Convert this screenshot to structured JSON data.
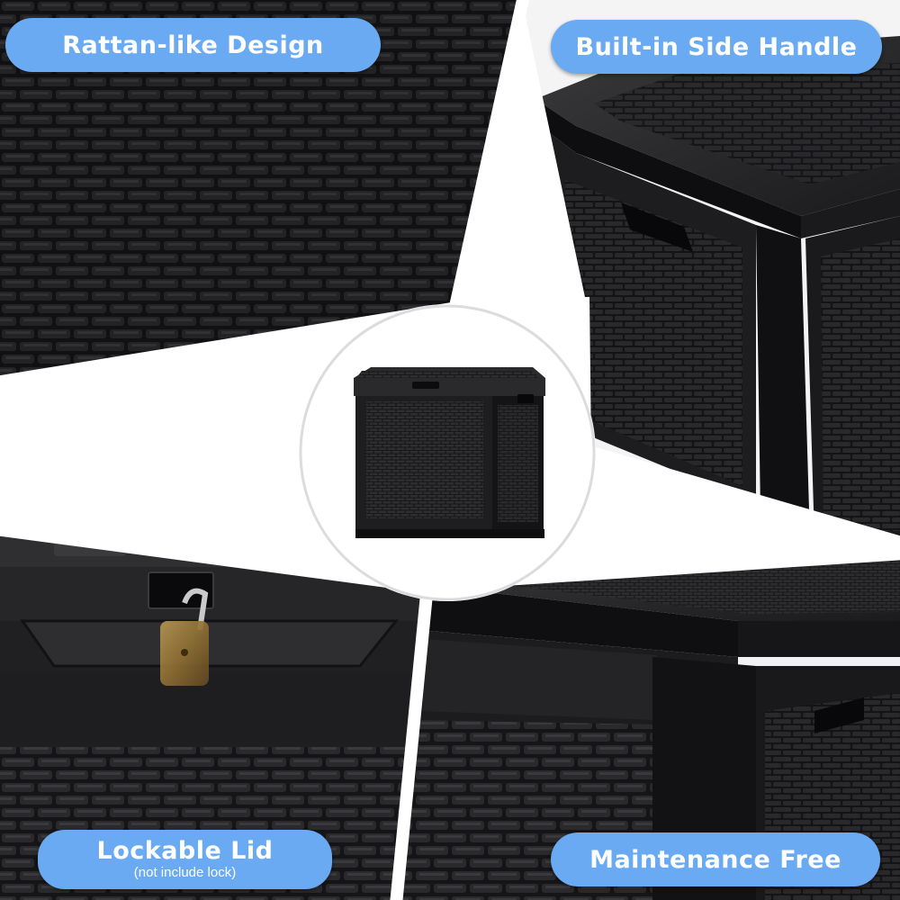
{
  "badges": {
    "top_left": "Rattan-like Design",
    "top_right": "Built-in Side Handle",
    "bottom_left": "Lockable Lid",
    "bottom_left_note": "(not include lock)",
    "bottom_right": "Maintenance Free"
  },
  "colors": {
    "badge_fill": "#6aaaf2",
    "product_black": "#1f1f21",
    "weave_dark": "#141416",
    "divider": "#ffffff",
    "lock_brass": "#9a7a3c"
  }
}
